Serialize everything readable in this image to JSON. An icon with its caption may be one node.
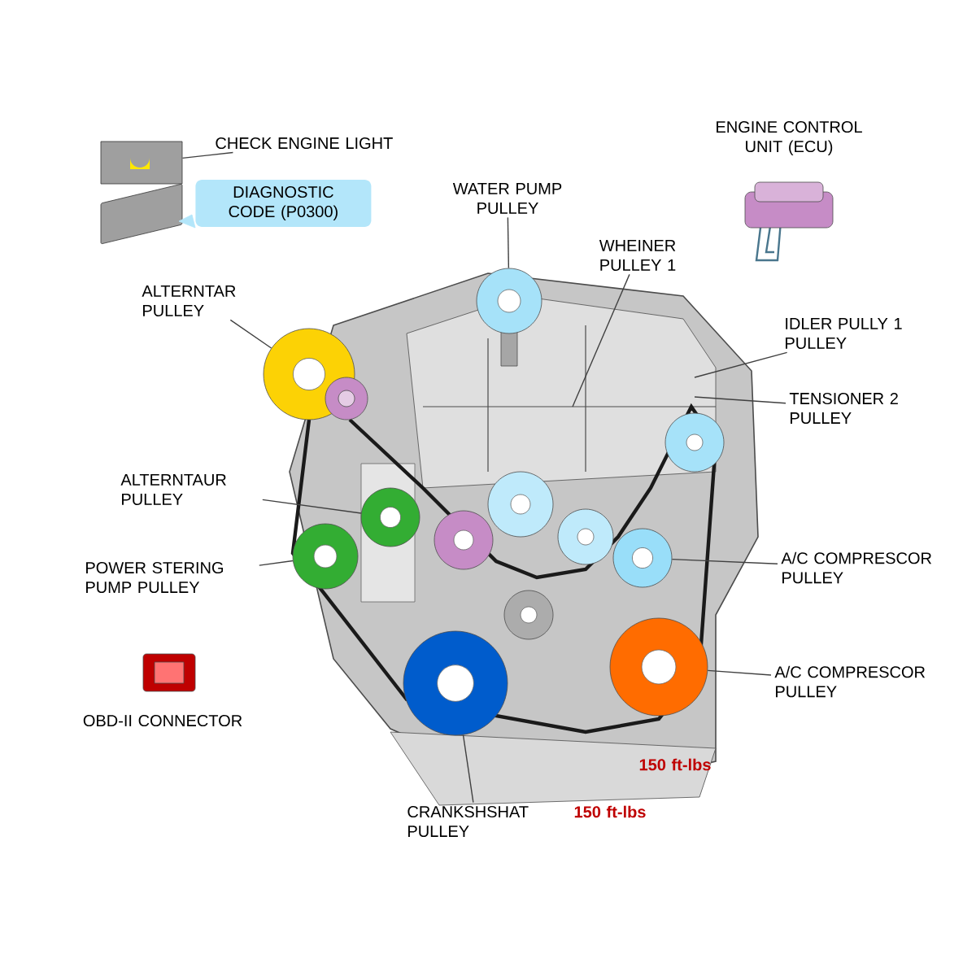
{
  "diagram": {
    "nodes": [
      {
        "text": [
          "CHECK ENGINE LIGHT"
        ]
      },
      {
        "text": [],
        "shape": "picture"
      },
      {
        "text": [
          "DIAGNOSTIC CODE (P0300)"
        ]
      },
      {
        "text": [
          "WATER PUMP PULLEY"
        ]
      },
      {
        "text": [],
        "shape": "circle"
      },
      {
        "text": [
          "WHEINER PULLEY 1"
        ]
      },
      {
        "text": [
          "ALTERNTAR PULLEY"
        ]
      },
      {
        "text": [],
        "shape": "circle"
      },
      {
        "text": [
          "IDLER PULLY 1 PULLEY"
        ]
      },
      {
        "text": [
          "TENSIONER 2 PULLEY"
        ]
      },
      {
        "text": [
          "ALTERNTAUR PULLEY"
        ]
      },
      {
        "text": [
          "POWER STERING PUMP PULLEY"
        ]
      },
      {
        "text": [
          "A/C COMPRESCOR PULLEY"
        ]
      },
      {
        "text": [
          "A/C COMPRESCOR PULLEY"
        ]
      },
      {
        "text": [
          "CRANKSHSHAT PULLEY"
        ]
      },
      {
        "text": [],
        "shape": "circle"
      },
      {
        "text": [],
        "shape": "circle"
      },
      {
        "text": [],
        "shape": "circle"
      },
      {
        "text": [],
        "shape": "circle"
      },
      {
        "text": [],
        "shape": "circle"
      }
    ],
    "edges": [
      {
        "from": 0,
        "to": 1,
        "arrow": "none"
      },
      {
        "from": 3,
        "to": 4,
        "arrow": "none"
      },
      {
        "from": 5,
        "to": null,
        "arrow": "none"
      },
      {
        "from": 6,
        "to": 7,
        "arrow": "none"
      },
      {
        "from": 8,
        "to": null,
        "arrow": "none"
      },
      {
        "from": 9,
        "to": null,
        "arrow": "none"
      },
      {
        "from": 10,
        "to": 16,
        "arrow": "none"
      },
      {
        "from": 11,
        "to": 15,
        "arrow": "none"
      },
      {
        "from": 12,
        "to": 17,
        "arrow": "none"
      },
      {
        "from": 13,
        "to": 18,
        "arrow": "none"
      },
      {
        "from": 14,
        "to": 19,
        "arrow": "none"
      }
    ],
    "labels": [
      "ENGINE CONTROL UNIT (ECU)",
      "OBD-II CONNECTOR",
      "150 ft-lbs",
      "150 ft-lbs"
    ]
  }
}
